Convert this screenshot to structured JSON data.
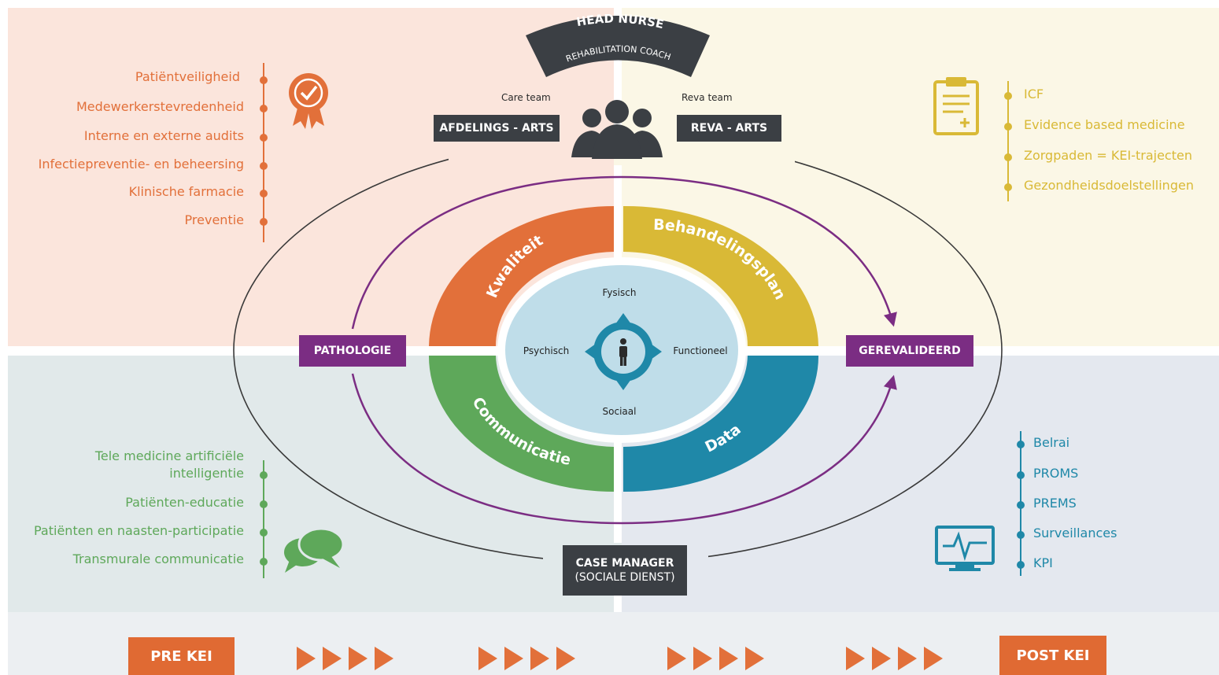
{
  "header": {
    "line1": "HEAD NURSE",
    "line2": "REHABILITATION COACH"
  },
  "teams": {
    "care_label": "Care team",
    "reva_label": "Reva team",
    "afdelings": "AFDELINGS - ARTS",
    "reva": "REVA - ARTS"
  },
  "ring": {
    "kwaliteit": "Kwaliteit",
    "behandelingsplan": "Behandelingsplan",
    "communicatie": "Communicatie",
    "data": "Data"
  },
  "center": {
    "top": "Fysisch",
    "left": "Psychisch",
    "right": "Functioneel",
    "bottom": "Sociaal"
  },
  "flow": {
    "left": "PATHOLOGIE",
    "right": "GEREVALIDEERD"
  },
  "case_manager": {
    "line1": "CASE MANAGER",
    "line2": "(SOCIALE DIENST)"
  },
  "quality_list": [
    "Patiëntveiligheid",
    "Medewerkerstevredenheid",
    "Interne en externe audits",
    "Infectiepreventie- en beheersing",
    "Klinische farmacie",
    "Preventie"
  ],
  "plan_list": [
    "ICF",
    "Evidence based medicine",
    "Zorgpaden = KEI-trajecten",
    "Gezondheidsdoelstellingen"
  ],
  "comm_list": [
    "Tele medicine artificiële",
    "intelligentie",
    "Patiënten-educatie",
    "Patiënten en naasten-participatie",
    "Transmurale communicatie"
  ],
  "data_list": [
    "Belrai",
    "PROMS",
    "PREMS",
    "Surveillances",
    "KPI"
  ],
  "footer": {
    "pre": "PRE KEI",
    "post": "POST KEI"
  },
  "colors": {
    "orange": "#e2703a",
    "yellow": "#d9b936",
    "green": "#5ea85a",
    "blue": "#1f88a8",
    "purple": "#7b2d83",
    "dark": "#3b3f44",
    "light_blue": "#bfdde9"
  },
  "icons": [
    "award-ribbon-icon",
    "clipboard-icon",
    "speech-bubbles-icon",
    "monitor-heartbeat-icon",
    "team-people-icon",
    "person-icon"
  ]
}
